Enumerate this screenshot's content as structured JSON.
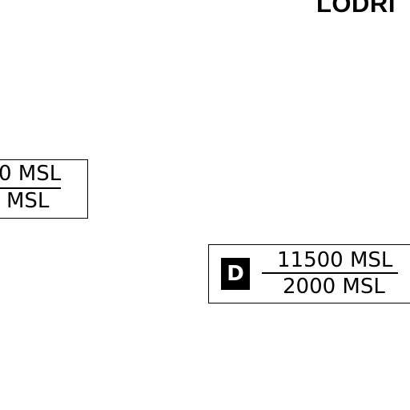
{
  "map": {
    "place_name": "LODRI"
  },
  "airspace_left": {
    "ceiling": "0 MSL",
    "floor": "MSL"
  },
  "airspace_right": {
    "class": "D",
    "ceiling": "11500 MSL",
    "floor": "2000 MSL"
  },
  "colors": {
    "ink": "#000000",
    "background": "#ffffff"
  }
}
